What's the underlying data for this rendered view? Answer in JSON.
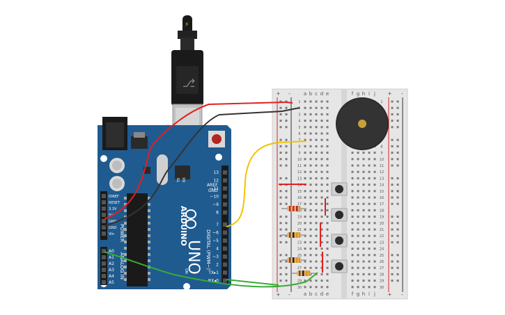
{
  "arduino": {
    "brand": "ARDUINO",
    "model": "UNO",
    "digital_label": "DIGITAL (PWM~)",
    "power_label": "POWER",
    "analog_label": "ANALOG IN",
    "aref": "AREF",
    "gnd": "GND",
    "tx": "TX",
    "rx": "RX",
    "on": "ON",
    "l": "L",
    "digital_pins": [
      "13",
      "12",
      "~11",
      "~10",
      "~9",
      "8",
      "7",
      "~6",
      "~5",
      "4",
      "~3",
      "2",
      "TX▸1",
      "RX◂0"
    ],
    "power_pins": [
      "IOREF",
      "RESET",
      "3.3V",
      "5V",
      "GND",
      "GND",
      "Vin"
    ],
    "analog_pins": [
      "A0",
      "A1",
      "A2",
      "A3",
      "A4",
      "A5"
    ]
  },
  "breadboard": {
    "cols_left": [
      "a",
      "b",
      "c",
      "d",
      "e"
    ],
    "cols_right": [
      "f",
      "g",
      "h",
      "i",
      "j"
    ],
    "plus": "+",
    "minus": "-",
    "rows": [
      "1",
      "2",
      "3",
      "4",
      "5",
      "6",
      "7",
      "8",
      "9",
      "10",
      "11",
      "12",
      "13",
      "14",
      "15",
      "16",
      "17",
      "18",
      "19",
      "20",
      "21",
      "22",
      "23",
      "24",
      "25",
      "26",
      "27",
      "28",
      "29",
      "30"
    ]
  },
  "colors": {
    "board": "#1f5b8f",
    "wire_red": "#e02020",
    "wire_black": "#333333",
    "wire_yellow": "#f2c200",
    "wire_green": "#3aaa35",
    "buzzer": "#2b2b2b"
  }
}
